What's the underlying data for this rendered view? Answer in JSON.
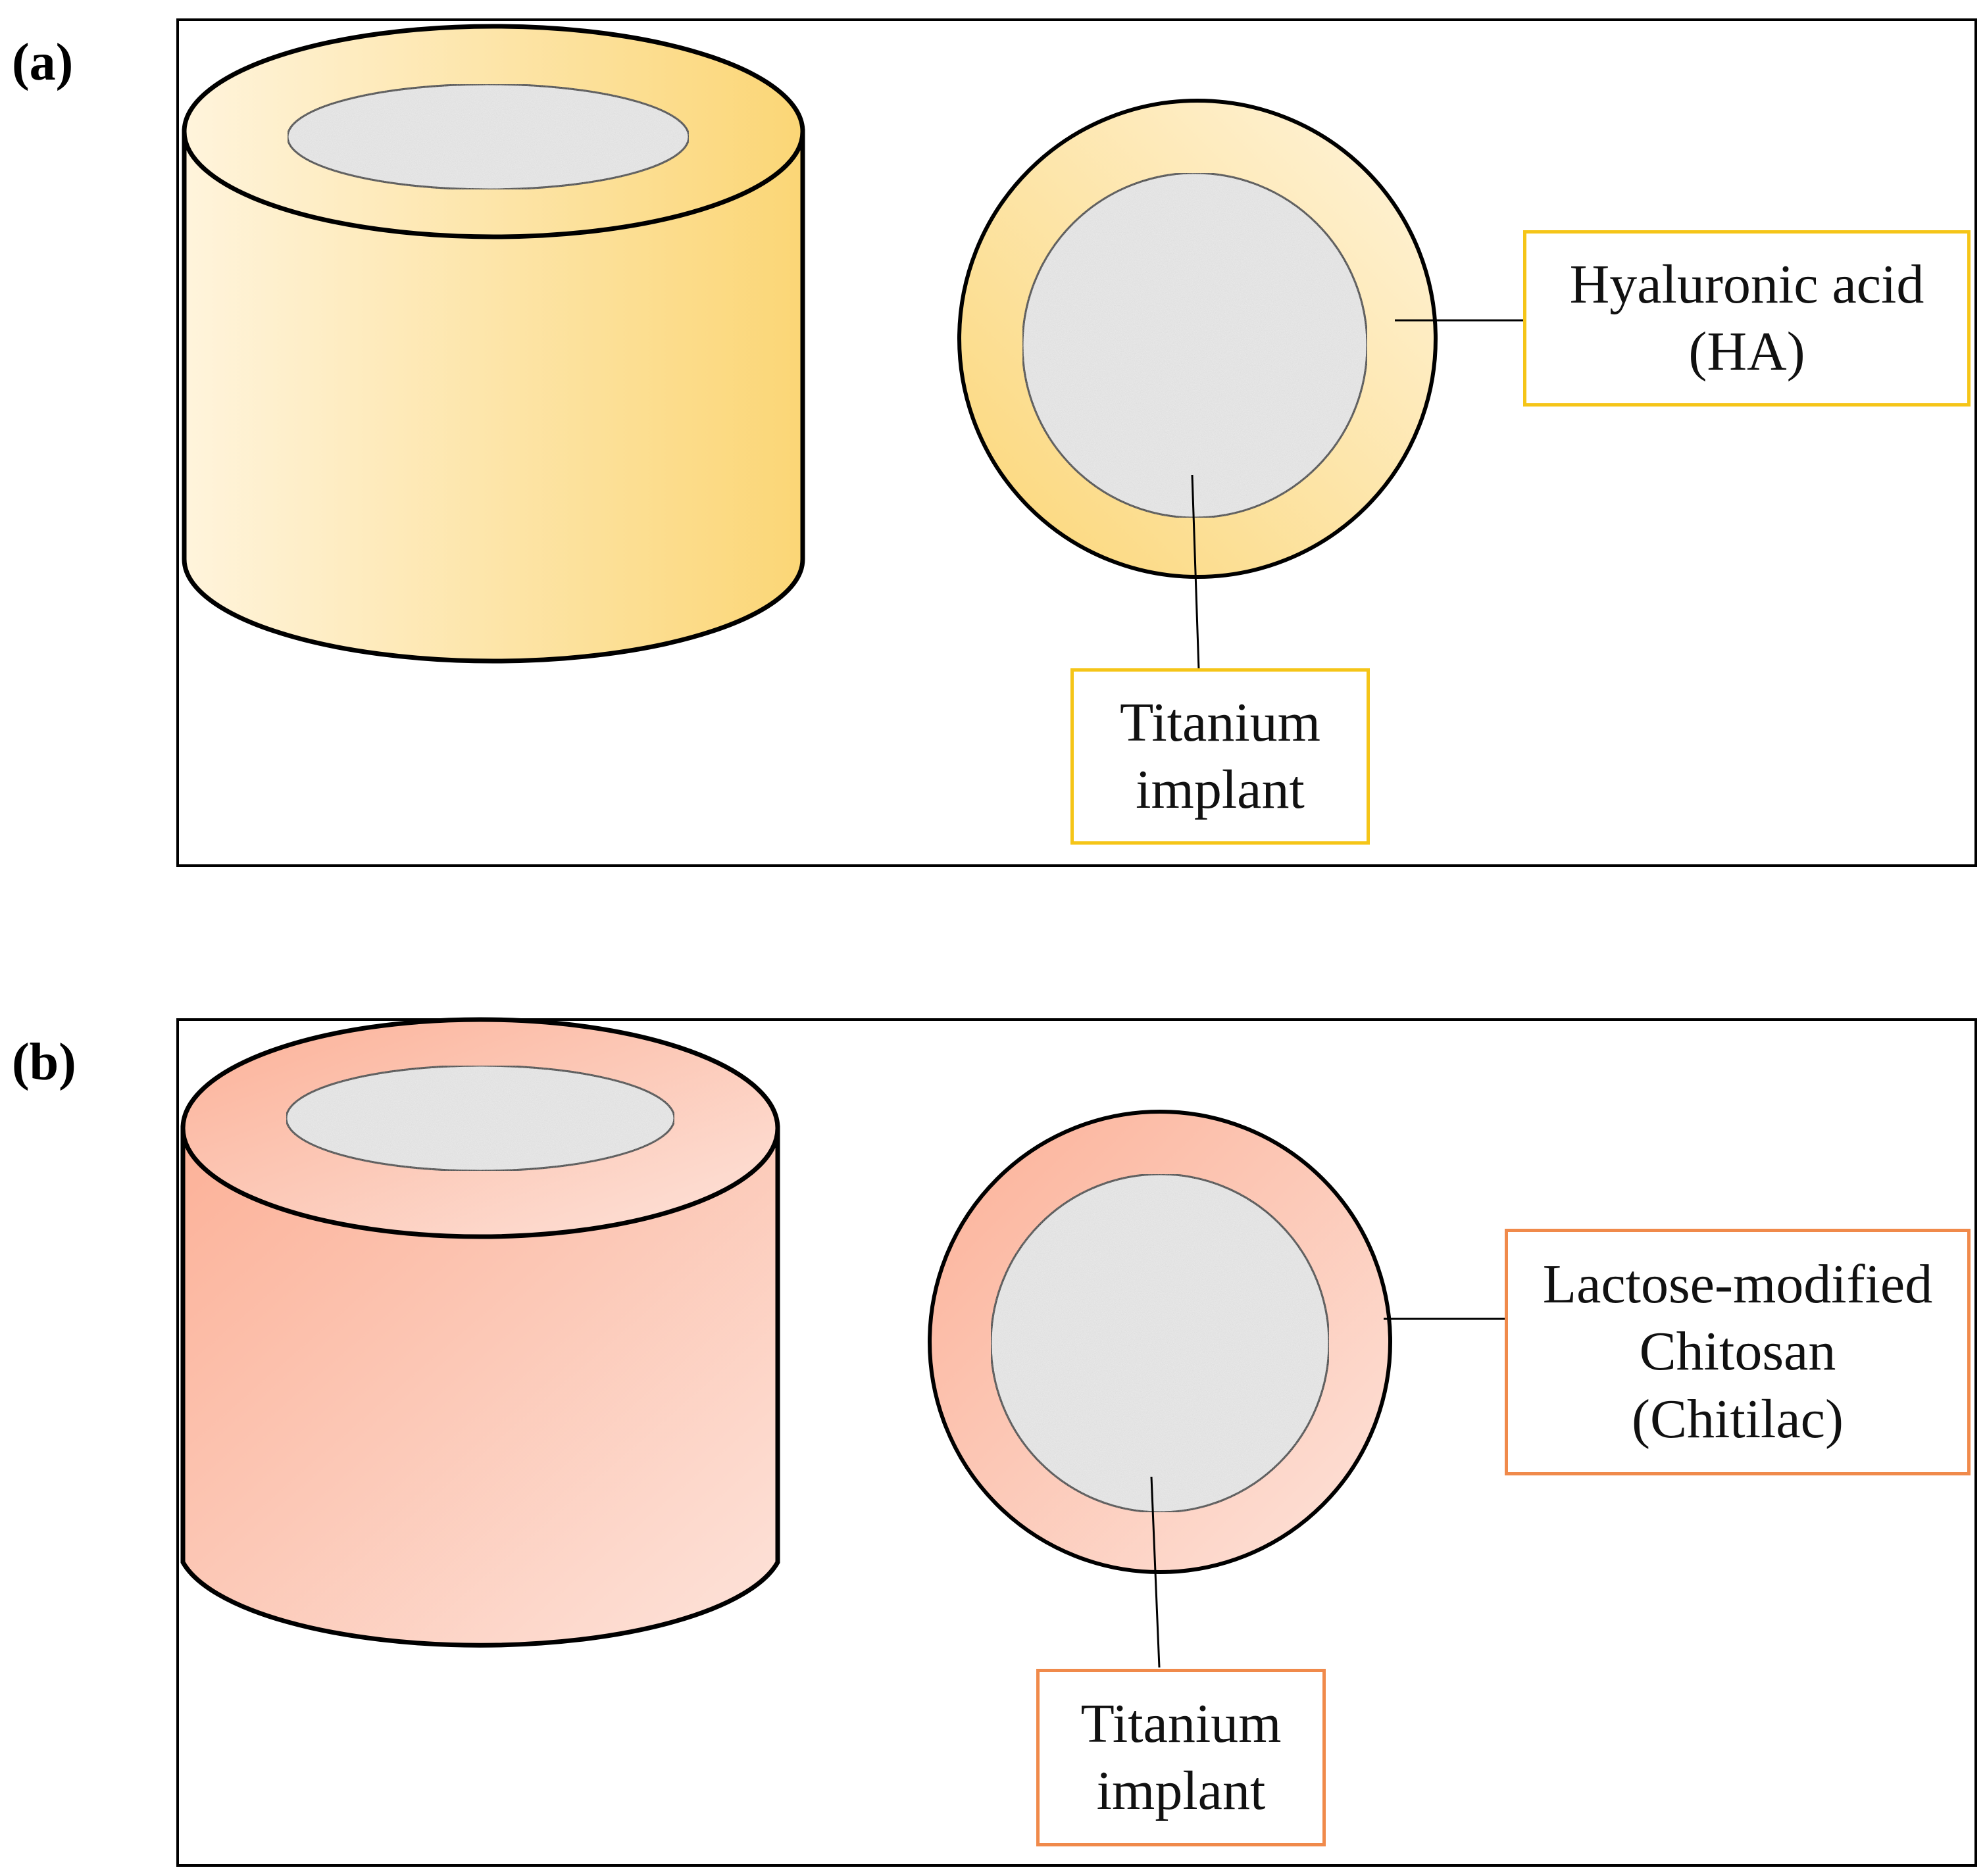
{
  "colors": {
    "ha_light": "#fff4dc",
    "ha_dark": "#fbd676",
    "ha_box_border": "#f5c518",
    "chitilac_light": "#fde3da",
    "chitilac_dark": "#fcb198",
    "chitilac_box_border": "#f08a4b",
    "titanium": "#ececec",
    "outline": "#000000"
  },
  "panels": [
    {
      "label": "(a)",
      "coating_label": [
        "Hyaluronic acid",
        "(HA)"
      ],
      "core_label": [
        "Titanium",
        "implant"
      ]
    },
    {
      "label": "(b)",
      "coating_label": [
        "Lactose-modified",
        "Chitosan",
        "(Chitilac)"
      ],
      "core_label": [
        "Titanium",
        "implant"
      ]
    }
  ]
}
